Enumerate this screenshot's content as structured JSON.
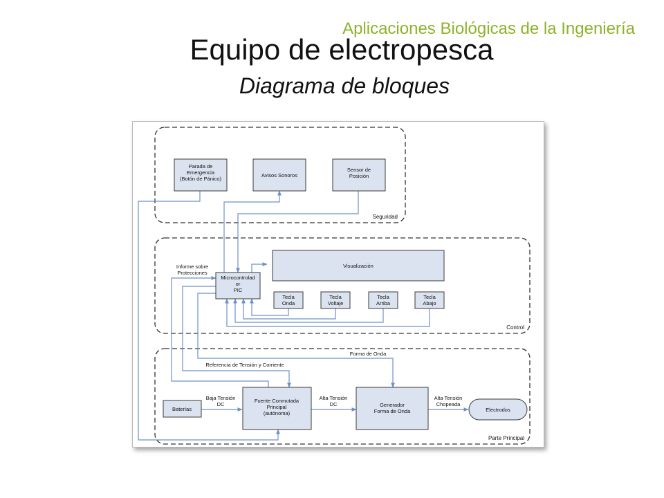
{
  "slide": {
    "course": "Aplicaciones Biológicas de la Ingeniería",
    "title": "Equipo de electropesca",
    "subtitle": "Diagrama de bloques"
  },
  "colors": {
    "accent": "#8db32a",
    "block_fill": "#dbe3f0",
    "block_border": "#3a3a3a",
    "arrow": "#6e90c8",
    "group_border": "#333333"
  },
  "groups": {
    "security": "Seguridad",
    "control": "Control",
    "main": "Parte Principal"
  },
  "blocks": {
    "emergency_stop": [
      "Parada de",
      "Emergencia",
      "(Botón de Pánico)"
    ],
    "sound_alerts": [
      "Avisos Sonoros"
    ],
    "position_sensor": [
      "Sensor de",
      "Posición"
    ],
    "display": [
      "Visualización"
    ],
    "microcontroller": [
      "Microcontrolad",
      "or",
      "PIC"
    ],
    "key_wave": [
      "Tecla",
      "Onda"
    ],
    "key_voltage": [
      "Tecla",
      "Voltaje"
    ],
    "key_up": [
      "Tecla",
      "Arriba"
    ],
    "key_down": [
      "Tecla",
      "Abajo"
    ],
    "batteries": [
      "Baterías"
    ],
    "power_supply": [
      "Fuente Conmutada",
      "Principal",
      "(autónoma)"
    ],
    "wave_generator": [
      "Generador",
      "Forma de Onda"
    ],
    "electrodes": [
      "Electrodos"
    ]
  },
  "signals": {
    "protection_report": [
      "Informe sobre",
      "Protecciones"
    ],
    "voltage_current_ref": [
      "Referencia de Tensión y Corriente"
    ],
    "waveform": [
      "Forma de Onda"
    ],
    "low_voltage_dc": [
      "Baja Tensión",
      "DC"
    ],
    "high_voltage_dc": [
      "Alta Tensión",
      "DC"
    ],
    "high_voltage_chopped": [
      "Alta Tensión",
      "Chopeada"
    ]
  }
}
